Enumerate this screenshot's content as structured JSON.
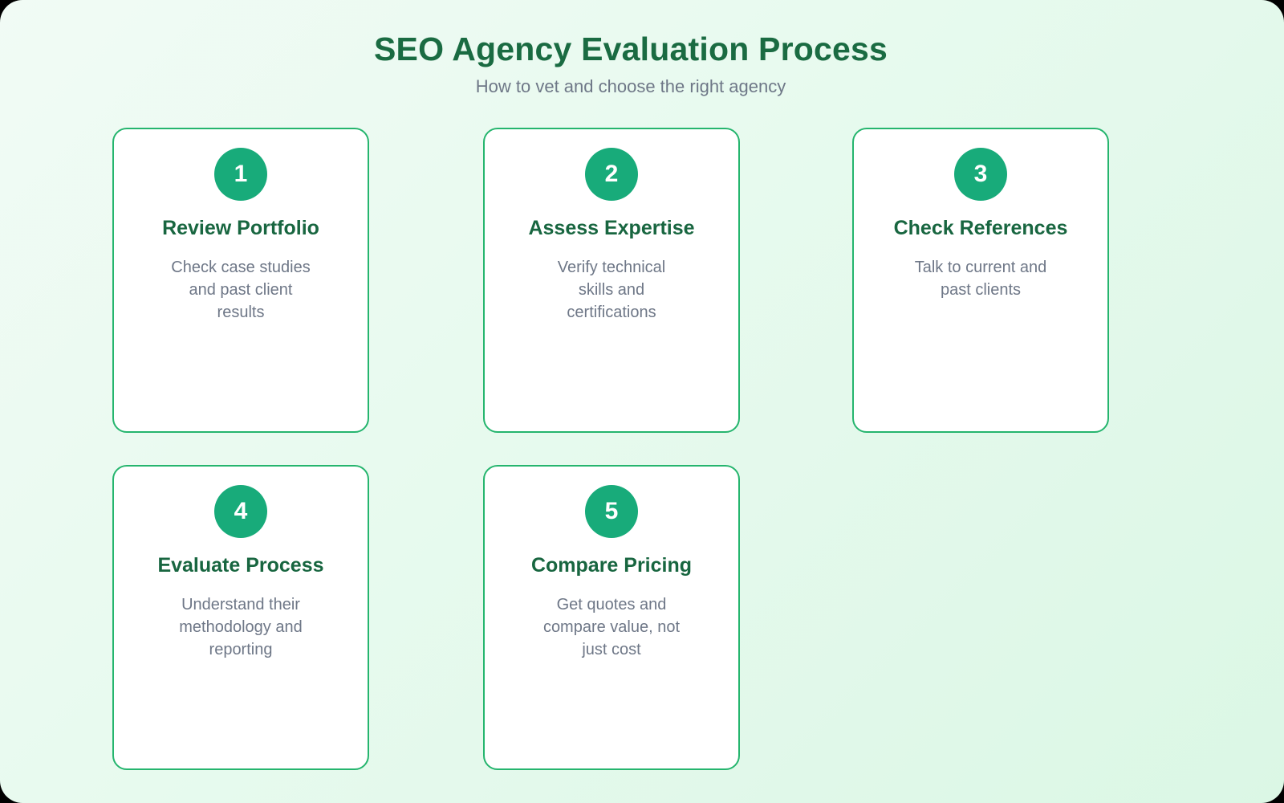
{
  "header": {
    "title": "SEO Agency Evaluation Process",
    "subtitle": "How to vet and choose the right agency"
  },
  "steps": [
    {
      "number": "1",
      "title": "Review Portfolio",
      "description": "Check case studies\nand past client\nresults"
    },
    {
      "number": "2",
      "title": "Assess Expertise",
      "description": "Verify technical\nskills and\ncertifications"
    },
    {
      "number": "3",
      "title": "Check References",
      "description": "Talk to current and\npast clients"
    },
    {
      "number": "4",
      "title": "Evaluate Process",
      "description": "Understand their\nmethodology and\nreporting"
    },
    {
      "number": "5",
      "title": "Compare Pricing",
      "description": "Get quotes and\ncompare value, not\njust cost"
    }
  ],
  "colors": {
    "background_gradient_start": "#f1fbf5",
    "background_gradient_end": "#dbf7e5",
    "card_border": "#25b56e",
    "circle_fill": "#18ab7a",
    "title_green": "#1a6b42",
    "card_heading_green": "#186640",
    "body_gray": "#6e7787",
    "card_background": "#ffffff"
  }
}
